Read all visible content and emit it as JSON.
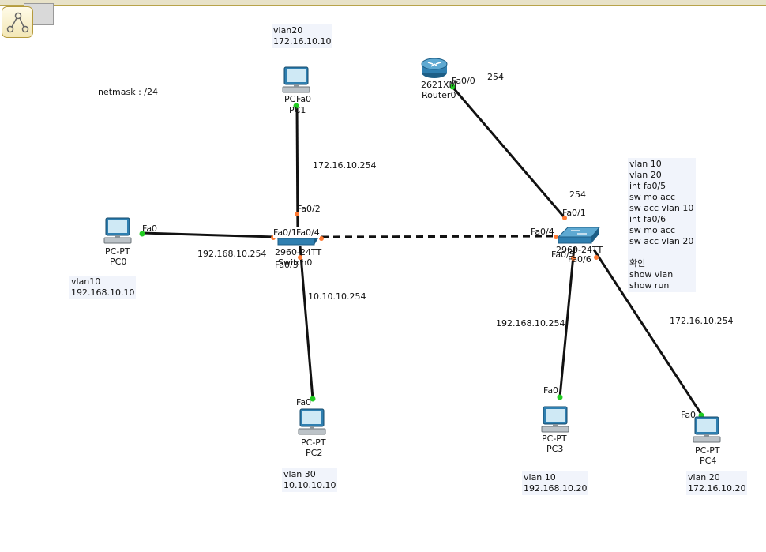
{
  "devices": {
    "pc1": {
      "port": "Fa0",
      "name": "PC1",
      "model": "PC"
    },
    "pc0": {
      "model": "PC-PT",
      "name": "PC0",
      "port": "Fa0"
    },
    "pc2": {
      "model": "PC-PT",
      "name": "PC2",
      "port": "Fa0"
    },
    "pc3": {
      "model": "PC-PT",
      "name": "PC3",
      "port": "Fa0"
    },
    "pc4": {
      "model": "PC-PT",
      "name": "PC4",
      "port": "Fa0"
    },
    "router0": {
      "model": "2621XM",
      "name": "Router0",
      "port": "Fa0/0"
    },
    "switch0": {
      "model": "2960-24TT",
      "name": "Switch0"
    },
    "switch1": {
      "model": "2960-24TT"
    }
  },
  "ports": {
    "sw0_fa02": "Fa0/2",
    "sw0_fa01": "Fa0/1",
    "sw0_fa04": "Fa0/4",
    "sw0_fa03": "Fa0/3",
    "sw1_fa01": "Fa0/1",
    "sw1_fa04": "Fa0/4",
    "sw1_fa05": "Fa0/5",
    "sw1_fa06": "Fa0/6"
  },
  "annotations": {
    "pc1_vlan": "vlan20",
    "pc1_ip": "172.16.10.10",
    "netmask": "netmask : /24",
    "pc1_gw": "172.16.10.254",
    "router_254": "254",
    "sw1_254": "254",
    "pc0_gw": "192.168.10.254",
    "pc0_vlan": "vlan10",
    "pc0_ip": "192.168.10.10",
    "pc2_gw": "10.10.10.254",
    "pc2_vlan": "vlan 30",
    "pc2_ip": "10.10.10.10",
    "pc3_gw": "192.168.10.254",
    "pc3_vlan": "vlan 10",
    "pc3_ip": "192.168.10.20",
    "pc4_gw": "172.16.10.254",
    "pc4_vlan": "vlan 20",
    "pc4_ip": "172.16.10.20"
  },
  "config_note": [
    "vlan 10",
    "vlan 20",
    "int fa0/5",
    "sw mo acc",
    "sw acc vlan 10",
    "int fa0/6",
    "sw mo acc",
    "sw acc vlan 20",
    "",
    "확인",
    "show vlan",
    "show run"
  ],
  "colors": {
    "link": "#111111",
    "port_up": "#22cc22",
    "port_down": "#ff7a33",
    "note_bg": "#f1f4fb",
    "device_blue": "#2f7fb0"
  },
  "icons": {
    "pc": "pc-icon",
    "router": "router-icon",
    "switch": "switch-icon"
  }
}
